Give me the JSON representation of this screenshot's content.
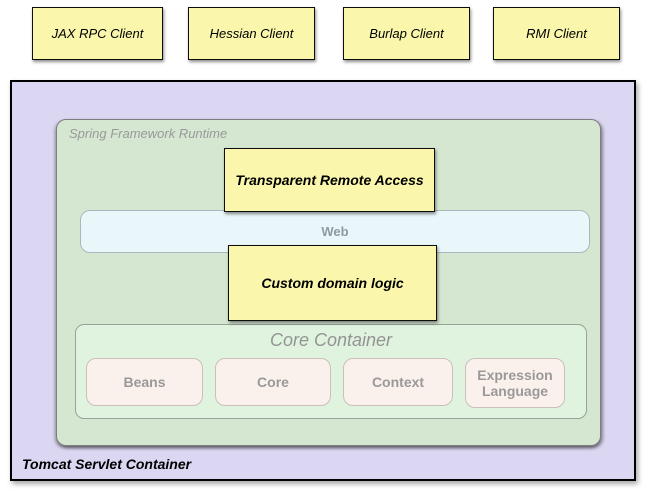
{
  "clients": {
    "items": [
      "JAX RPC Client",
      "Hessian Client",
      "Burlap Client",
      "RMI Client"
    ]
  },
  "tomcat": {
    "label": "Tomcat Servlet Container"
  },
  "spring": {
    "label": "Spring Framework Runtime"
  },
  "remote_access": {
    "label": "Transparent Remote Access"
  },
  "web": {
    "label": "Web"
  },
  "domain_logic": {
    "label": "Custom domain logic"
  },
  "core_container": {
    "label": "Core Container",
    "modules": [
      "Beans",
      "Core",
      "Context",
      "Expression Language"
    ]
  },
  "colors": {
    "client_fill": "#FAF7AC",
    "tomcat_fill": "#DBD6F1",
    "spring_fill": "#D5E7D1",
    "web_fill": "#E9F7FA",
    "core_fill": "#DFF3DF",
    "module_fill": "#FBF1EC",
    "muted_text": "#999999",
    "border_black": "#000000"
  }
}
